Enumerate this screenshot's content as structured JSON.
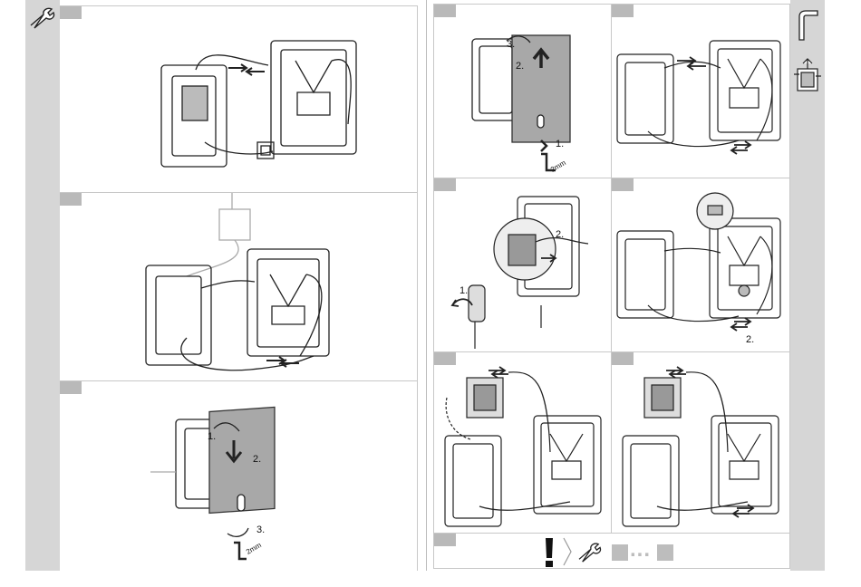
{
  "labels": {
    "p3_step1": "1.",
    "p3_step2": "2.",
    "p3_step3": "3.",
    "p3_tool": "2mm",
    "p4_step1": "1.",
    "p4_step2": "2.",
    "p4_step3": "3.",
    "p4_tool": "2mm",
    "p6_step1": "1.",
    "p6_step2": "2.",
    "p7_step2": "2.",
    "p9_dots": "..."
  },
  "colors": {
    "strip": "#d6d6d6",
    "step_tag": "#b9b9b9",
    "cover_plate": "#a8a8a8"
  },
  "icons": [
    "wrench-icon",
    "hex-key-icon",
    "installation-module-icon",
    "warning-exclamation-icon"
  ]
}
